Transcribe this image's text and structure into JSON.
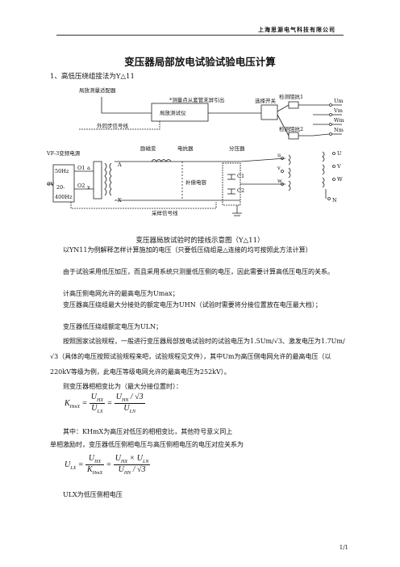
{
  "header": {
    "company": "上海思源电气科技有限公司"
  },
  "title": "变压器局部放电试验试验电压计算",
  "section_1": "1、高低压绕组接法为Y△11",
  "diagram": {
    "pd_adapter": "局放测量适配器",
    "pd_tester": "局放测试仪",
    "wire_note": "*测量点从套管末屏引出",
    "select_switch": "选择开关",
    "detect_imp1": "检测阻抗1",
    "detect_imp2": "检测阻抗2",
    "sync_line": "外同步信号线",
    "vf_source": "VF-3变频电源",
    "freq_top": "50Hz",
    "freq_mid": "20-",
    "freq_bot": "400Hz",
    "o1": "O1",
    "o2": "O2",
    "input_v": "380V",
    "exc_transformer": "励磁变",
    "reactor": "电抗器",
    "divider": "分压器",
    "comp_cap": "补偿电容",
    "c1": "C1",
    "c2": "C2",
    "sample_line": "采样信号线",
    "t_a": "A",
    "t_x": "X",
    "t_a_low": "a",
    "t_x_low": "x",
    "hv_um": "Um",
    "hv_vm": "Vm",
    "hv_wm": "Wm",
    "hv_nm": "Nm",
    "hv_u": "U",
    "hv_v": "V",
    "hv_w": "W",
    "hv_n": "N",
    "lv_u": "u",
    "lv_v": "v",
    "lv_w": "w"
  },
  "caption": "变压器局放试验时的接线示意图（Y△11）",
  "paragraphs": [
    "以YN11为例解释怎样计算施加的电压（只要低压绕组是△连接的均可按照此方法计算）",
    "由于试验采用低压加压，而且采用系统只测量低压侧的电压，因此需要计算高低压电压的关系。",
    "计高压侧电网允许的最高电压为Umax；",
    "变压器高压绕组最大分接处的额定电压为UHN（试验时需要将分接位置放在电压最大档）；",
    "变压器低压绕组额定电压为ULN；",
    "按照国家试验规程，一般进行变压器局部放电试验时的试验电压为1.5Um/√3、激发电压为1.7Um/√3（具体的电压按照试验规程来吧，试验规程见文件），其中Um为高压侧电网允许的最高电压（以220kV等级为例，此电压等级电网允许的最高电压为252kV）。",
    "则变压器相相变比为（最大分接位置时）：",
    "其中：KHmX为高压对低压的相相变比，其他符号意义同上",
    "单相激励时，变压器低压侧相电压与高压侧相电压的电压对应关系为",
    "ULX为低压侧相电压"
  ],
  "equations": {
    "k_lhs": "K",
    "k_lhs_sub": "HmX",
    "u_hx": "U",
    "u_hx_sub": "HX",
    "u_lx": "U",
    "u_lx_sub": "LX",
    "u_hn": "U",
    "u_hn_sub": "HN",
    "sqrt3": "√3",
    "u_ln": "U",
    "u_ln_sub": "LN"
  },
  "page_number": "1/1"
}
